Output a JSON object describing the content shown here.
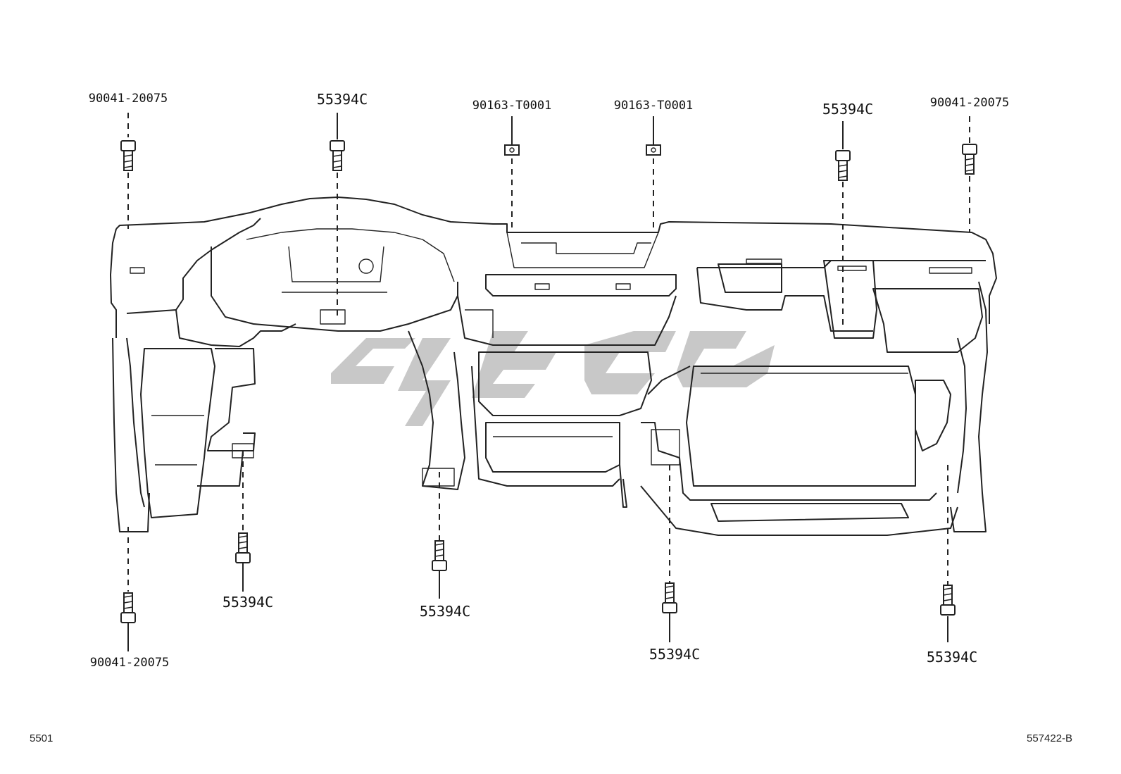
{
  "callouts": {
    "top_left_bolt": "90041-20075",
    "top_left_screw": "55394C",
    "top_center_left_nut": "90163-T0001",
    "top_center_right_nut": "90163-T0001",
    "top_right_screw": "55394C",
    "top_right_bolt": "90041-20075",
    "bottom_left_bolt": "90041-20075",
    "bottom_left_screw": "55394C",
    "bottom_center_screw": "55394C",
    "bottom_right_center_screw": "55394C",
    "bottom_right_screw": "55394C"
  },
  "footer": {
    "left_code": "5501",
    "right_code": "557422-B"
  },
  "watermark": {
    "color": "#c8c8c8"
  }
}
